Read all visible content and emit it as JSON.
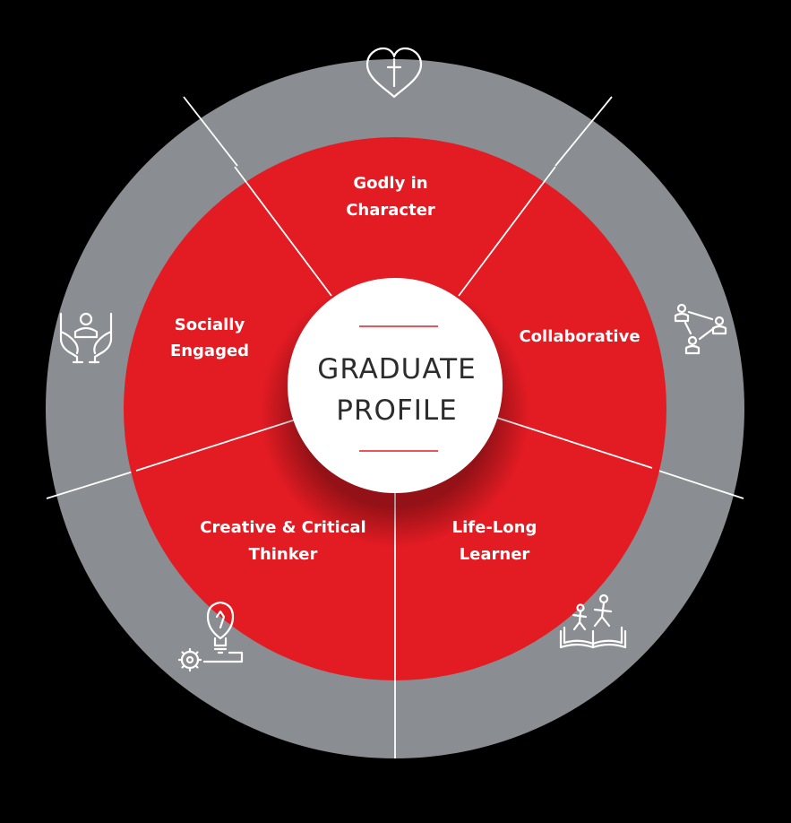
{
  "colors": {
    "background": "#000000",
    "outer_ring": "#8a8d91",
    "inner_ring": "#e31b23",
    "center": "#ffffff",
    "center_rule": "#e31b23",
    "divider": "#ffffff"
  },
  "center": {
    "line1": "GRADUATE",
    "line2": "PROFILE"
  },
  "segments": [
    {
      "line1": "Godly in",
      "line2": "Character",
      "icon": "heart-cross-icon"
    },
    {
      "line1": "Collaborative",
      "line2": "",
      "icon": "network-people-icon"
    },
    {
      "line1": "Life-Long",
      "line2": "Learner",
      "icon": "book-children-icon"
    },
    {
      "line1": "Creative & Critical",
      "line2": "Thinker",
      "icon": "lightbulb-gear-icon"
    },
    {
      "line1": "Socially",
      "line2": "Engaged",
      "icon": "hands-person-icon"
    }
  ]
}
